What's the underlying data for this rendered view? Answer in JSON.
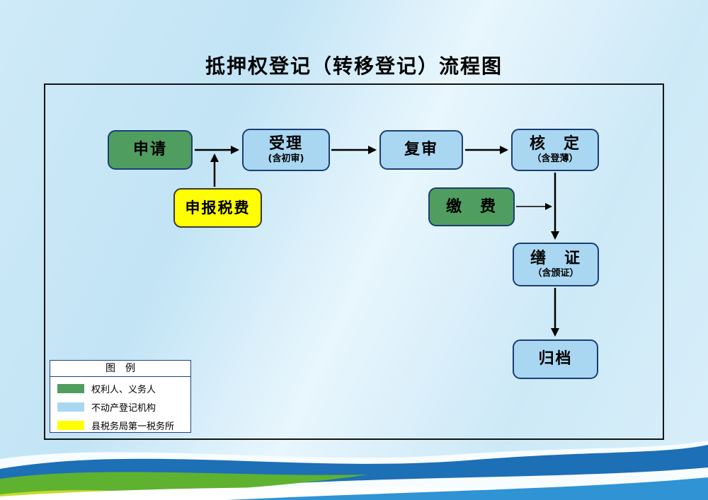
{
  "title": "抵押权登记（转移登记）流程图",
  "nodes": {
    "apply": {
      "label": "申请"
    },
    "declare_tax": {
      "label": "申报税费"
    },
    "accept": {
      "label": "受理",
      "sub": "(含初审)"
    },
    "review": {
      "label": "复审"
    },
    "verify": {
      "label": "核　定",
      "sub": "（含登薄）"
    },
    "pay": {
      "label": "缴　费"
    },
    "certificate": {
      "label": "缮　证",
      "sub": "（含颁证）"
    },
    "archive": {
      "label": "归档"
    }
  },
  "legend": {
    "title": "图　例",
    "items": [
      {
        "label": "权利人、义务人",
        "color": "#4f9e5f"
      },
      {
        "label": "不动产登记机构",
        "color": "#a9d7f2"
      },
      {
        "label": "县税务局第一税务所",
        "color": "#ffff00"
      }
    ]
  },
  "colors": {
    "applicant_green": "#4f9e5f",
    "registry_blue": "#a9d7f2",
    "tax_yellow": "#ffff00",
    "node_border": "#1c3e74",
    "arrow": "#000000",
    "background_blue": "#cde9f7"
  }
}
